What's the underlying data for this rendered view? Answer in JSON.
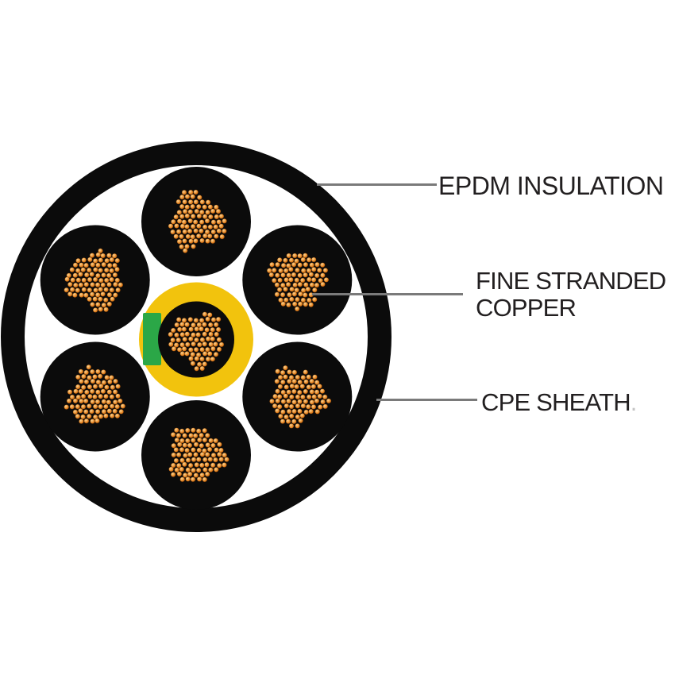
{
  "diagram": {
    "type": "cable-cross-section",
    "outer_conductor_count": 6,
    "center_conductor_count": 1,
    "colors": {
      "background": "#ffffff",
      "sheath": "#0b0b0b",
      "insulation": "#0b0b0b",
      "center_insulation_ring": "#F2C30D",
      "center_green_stripe": "#2BA747",
      "copper_light": "#f9d395",
      "copper_mid": "#efa34a",
      "copper_deep": "#dd7716",
      "copper_dark": "#8a4a0e",
      "leader_line": "#7a7a7a",
      "label_text": "#221f20"
    }
  },
  "labels": {
    "epdm": "EPDM INSULATION",
    "copper_line1": "FINE STRANDED",
    "copper_line2": "COPPER",
    "cpe": "CPE SHEATH",
    "cpe_period": "."
  }
}
